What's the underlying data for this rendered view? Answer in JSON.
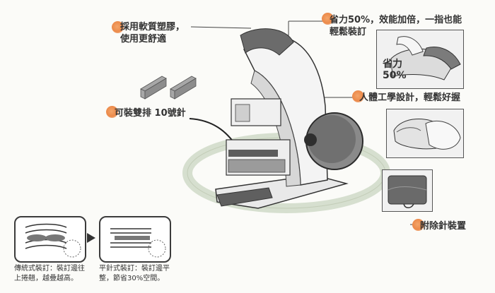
{
  "callouts": {
    "soft_grip_line1": "採用軟質塑膠，",
    "soft_grip_line2": "使用更舒適",
    "effort_line1": "省力50%，效能加倍，一指也能",
    "effort_line2": "輕鬆裝訂",
    "ergonomic": "人體工學設計，輕鬆好握",
    "double_row": "可裝雙排 10號針",
    "remover": "附除針裝置"
  },
  "inset": {
    "effort_label": "省力",
    "effort_value": "50%"
  },
  "comparison": {
    "traditional_line1": "傳統式裝訂：裝訂邊往",
    "traditional_line2": "上捲翹，越疊越高。",
    "flat_line1": "平針式裝訂：裝訂邊平",
    "flat_line2": "整，節省30%空間。"
  },
  "colors": {
    "accent": "#ec8a4a",
    "ring": "#d6dfcf",
    "body_dark": "#6b6b6b"
  }
}
